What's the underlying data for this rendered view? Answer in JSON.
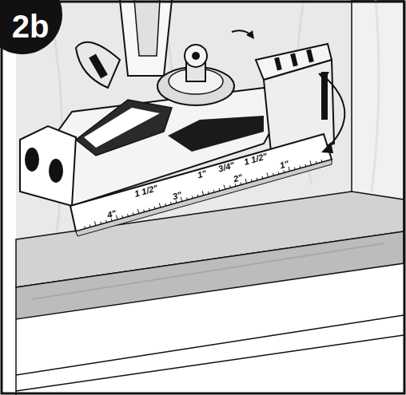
{
  "diagram": {
    "nodes": [
      {
        "text": [
          "2b"
        ]
      }
    ],
    "labels": [
      "1 1/2\"",
      "1\"",
      "3/4\"",
      "1 1/2\"",
      "4\"",
      "3\"",
      "2\"",
      "1\""
    ]
  }
}
